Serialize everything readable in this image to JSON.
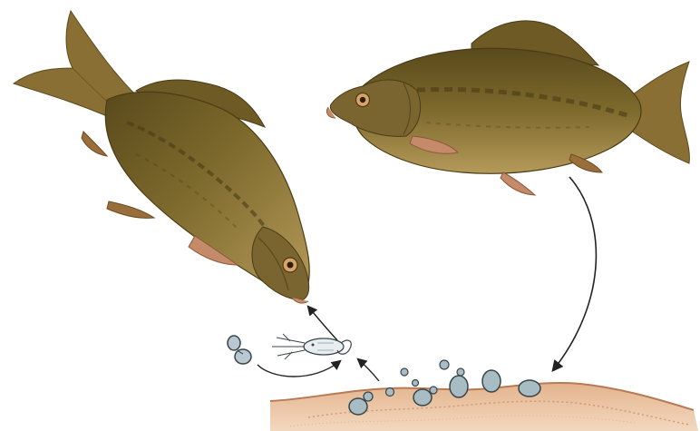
{
  "diagram": {
    "labels": [],
    "colors": {
      "fish_body": "#7d6a2c",
      "fish_back": "#5a4a1c",
      "fish_belly": "#b59a5a",
      "fin": "#9a6e3a",
      "fin_pink": "#c58a6a",
      "scale_row": "#4a3c16",
      "eye": "#d9a36a",
      "sediment": "#d9a27a",
      "sediment_dark": "#b87a55",
      "egg": "#a8bcc4",
      "egg_outline": "#39464b",
      "arrow": "#222222"
    },
    "elements": [
      "carp-feeding-downward",
      "carp-swimming-left",
      "cycle-arrow",
      "eggs",
      "larva",
      "copepod",
      "sediment-mound"
    ]
  }
}
